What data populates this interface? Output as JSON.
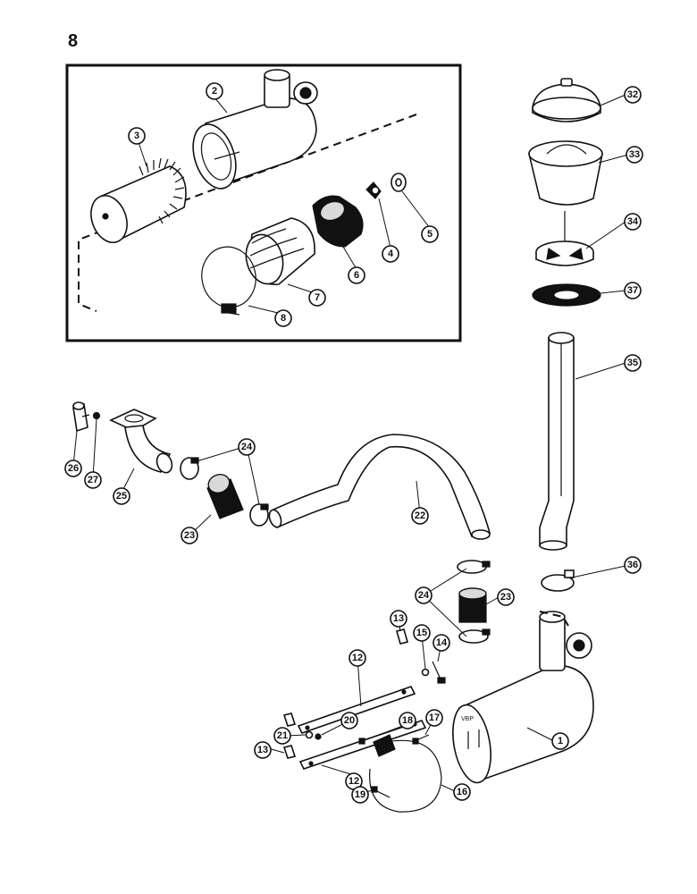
{
  "page_number": "8",
  "callouts": {
    "c1": "1",
    "c2": "2",
    "c3": "3",
    "c4": "4",
    "c5": "5",
    "c6": "6",
    "c7": "7",
    "c8": "8",
    "c12a": "12",
    "c12b": "12",
    "c13a": "13",
    "c13b": "13",
    "c14": "14",
    "c15": "15",
    "c16": "16",
    "c17": "17",
    "c18": "18",
    "c19": "19",
    "c20": "20",
    "c21": "21",
    "c22": "22",
    "c23a": "23",
    "c23b": "23",
    "c24a": "24",
    "c24b": "24",
    "c25": "25",
    "c26": "26",
    "c27": "27",
    "c32": "32",
    "c33": "33",
    "c34": "34",
    "c35": "35",
    "c36": "36",
    "c37": "37"
  },
  "cleaner_mark": "VBP"
}
